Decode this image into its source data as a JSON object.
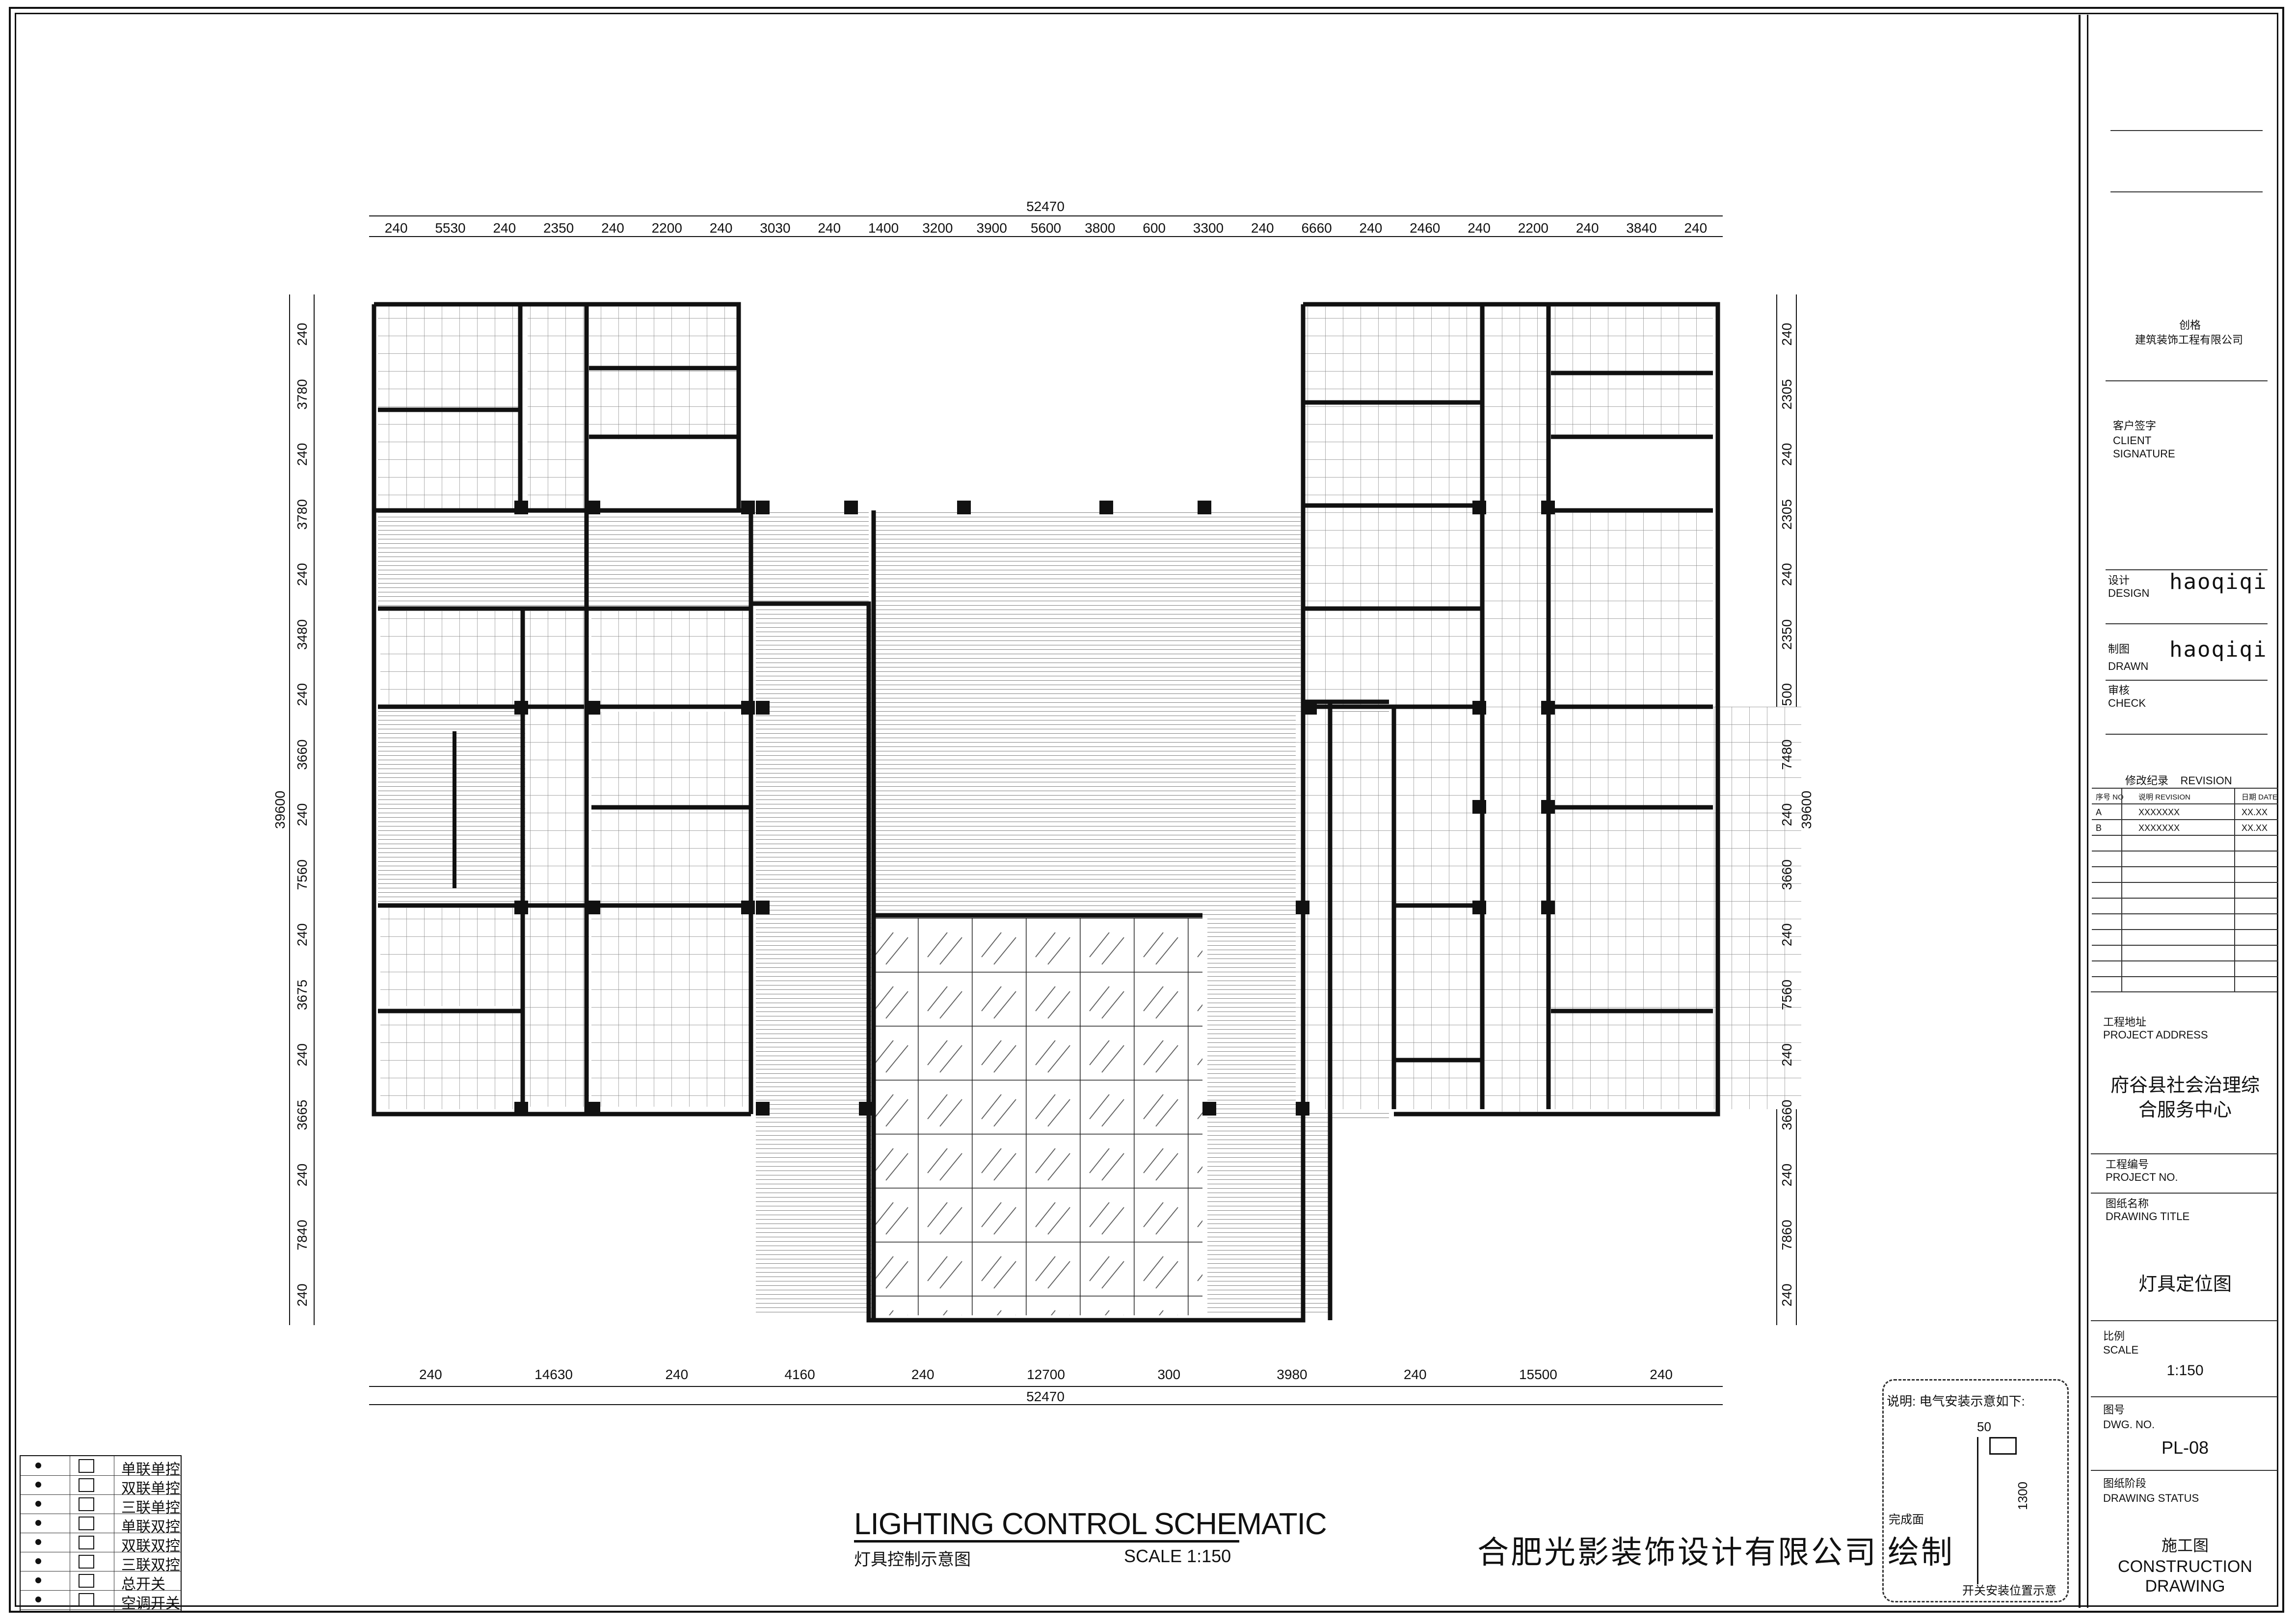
{
  "title_block": {
    "company_line1": "创格",
    "company_line2": "建筑装饰工程有限公司",
    "client_signature_cn": "客户签字",
    "client_signature_en1": "CLIENT",
    "client_signature_en2": "SIGNATURE",
    "design_cn": "设计",
    "design_en": "DESIGN",
    "design_name": "haoqiqi",
    "drawn_cn": "制图",
    "drawn_en": "DRAWN",
    "drawn_name": "haoqiqi",
    "check_cn": "审核",
    "check_en": "CHECK",
    "revision_title": "修改纪录    REVISION",
    "revision_headers": [
      "序号 NO",
      "说明 REVISION",
      "日期 DATE"
    ],
    "revisions": [
      {
        "no": "A",
        "text": "XXXXXXX",
        "date": "XX.XX"
      },
      {
        "no": "B",
        "text": "XXXXXXX",
        "date": "XX.XX"
      }
    ],
    "project_address_cn": "工程地址",
    "project_address_en": "PROJECT ADDRESS",
    "project_address_line1": "府谷县社会治理综",
    "project_address_line2": "合服务中心",
    "project_no_cn": "工程编号",
    "project_no_en": "PROJECT NO.",
    "drawing_title_cn": "图纸名称",
    "drawing_title_en": "DRAWING TITLE",
    "drawing_title": "灯具定位图",
    "scale_cn": "比例",
    "scale_en": "SCALE",
    "scale": "1:150",
    "dwg_no_cn": "图号",
    "dwg_no_en": "DWG. NO.",
    "dwg_no": "PL-08",
    "status_cn": "图纸阶段",
    "status_en": "DRAWING STATUS",
    "status_line1": "施工图",
    "status_line2": "CONSTRUCTION",
    "status_line3": "DRAWING"
  },
  "drawing": {
    "title": "LIGHTING CONTROL SCHEMATIC",
    "subtitle": "灯具控制示意图",
    "scale": "SCALE 1:150",
    "company_signature": "合肥光影装饰设计有限公司 绘制",
    "top_total": "52470",
    "bottom_total": "52470",
    "left_total": "39600",
    "right_total": "39600",
    "top_dims": [
      "240",
      "5530",
      "240",
      "2350",
      "240",
      "2200",
      "240",
      "3030",
      "240",
      "1400",
      "3200",
      "3900",
      "5600",
      "3800",
      "600",
      "3300",
      "240",
      "6660",
      "240",
      "2460",
      "240",
      "2200",
      "240",
      "3840",
      "240"
    ],
    "bottom_dims": [
      "240",
      "14630",
      "240",
      "4160",
      "240",
      "12700",
      "300",
      "3980",
      "240",
      "15500",
      "240"
    ],
    "left_dims": [
      "240",
      "3780",
      "240",
      "3780",
      "240",
      "3480",
      "240",
      "3660",
      "240",
      "7560",
      "240",
      "3675",
      "240",
      "3665",
      "240",
      "7840",
      "240"
    ],
    "right_dims": [
      "240",
      "2305",
      "240",
      "2305",
      "240",
      "2350",
      "500",
      "7480",
      "240",
      "3660",
      "240",
      "7560",
      "240",
      "3660",
      "240",
      "7860",
      "240"
    ]
  },
  "legend": [
    {
      "icon": "single-gang-switch-icon",
      "label": "单联单控"
    },
    {
      "icon": "double-gang-switch-icon",
      "label": "双联单控"
    },
    {
      "icon": "triple-gang-switch-icon",
      "label": "三联单控"
    },
    {
      "icon": "single-gang-2way-switch-icon",
      "label": "单联双控"
    },
    {
      "icon": "double-gang-2way-switch-icon",
      "label": "双联双控"
    },
    {
      "icon": "triple-gang-2way-switch-icon",
      "label": "三联双控"
    },
    {
      "icon": "master-switch-icon",
      "label": "总开关"
    },
    {
      "icon": "ac-switch-icon",
      "label": "空调开关"
    }
  ],
  "install_note": {
    "title": "说明: 电气安装示意如下:",
    "dim_a": "50",
    "dim_b": "1300",
    "finish_label": "完成面",
    "caption": "开关安装位置示意"
  }
}
